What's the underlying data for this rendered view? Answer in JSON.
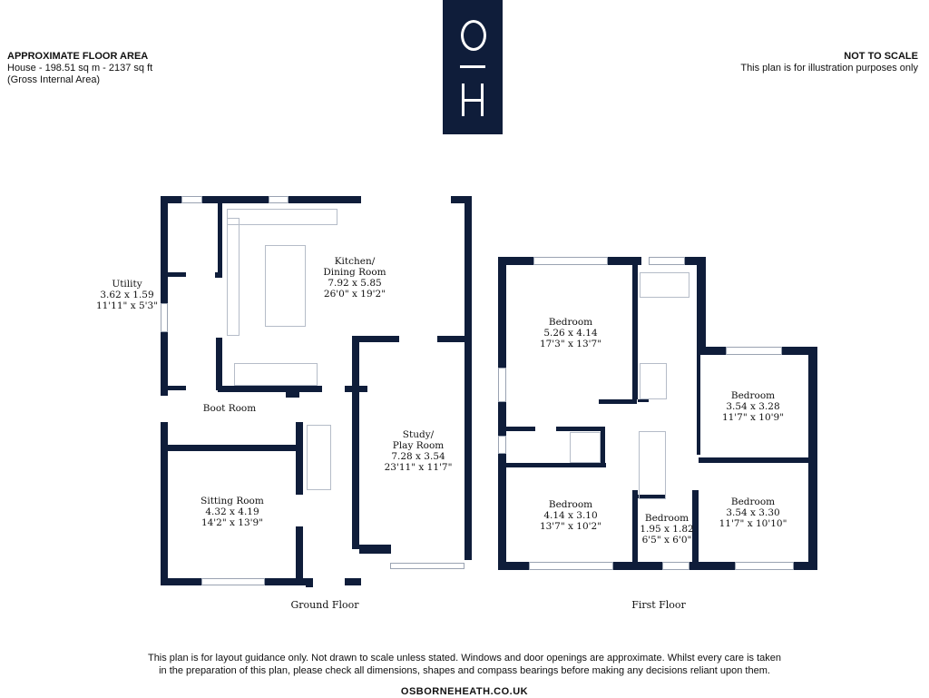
{
  "header": {
    "area_title": "APPROXIMATE FLOOR AREA",
    "area_line": "House - 198.51 sq m - 2137 sq ft",
    "area_note": "(Gross Internal Area)",
    "scale_title": "NOT TO SCALE",
    "scale_note": "This plan is for illustration purposes only"
  },
  "logo": {
    "text": "O|H",
    "color": "#0f1d3a"
  },
  "ground_floor": {
    "label": "Ground Floor",
    "rooms": [
      {
        "name": "Kitchen/",
        "name2": "Dining Room",
        "metric": "7.92 x 5.85",
        "imperial": "26'0\" x 19'2\""
      },
      {
        "name": "Utility",
        "metric": "3.62 x 1.59",
        "imperial": "11'11\" x 5'3\""
      },
      {
        "name": "Boot Room"
      },
      {
        "name": "Study/",
        "name2": "Play Room",
        "metric": "7.28 x 3.54",
        "imperial": "23'11\" x 11'7\""
      },
      {
        "name": "Sitting Room",
        "metric": "4.32 x 4.19",
        "imperial": "14'2\" x 13'9\""
      }
    ]
  },
  "first_floor": {
    "label": "First Floor",
    "rooms": [
      {
        "name": "Bedroom",
        "metric": "5.26 x 4.14",
        "imperial": "17'3\" x 13'7\""
      },
      {
        "name": "Bedroom",
        "metric": "3.54 x 3.28",
        "imperial": "11'7\" x 10'9\""
      },
      {
        "name": "Bedroom",
        "metric": "4.14 x 3.10",
        "imperial": "13'7\" x 10'2\""
      },
      {
        "name": "Bedroom",
        "metric": "1.95 x 1.82",
        "imperial": "6'5\" x 6'0\""
      },
      {
        "name": "Bedroom",
        "metric": "3.54 x 3.30",
        "imperial": "11'7\" x 10'10\""
      }
    ]
  },
  "footer": {
    "disclaimer1": "This plan is for layout guidance only. Not drawn to scale unless stated. Windows and door openings are approximate. Whilst every care is taken",
    "disclaimer2": "in the preparation of this plan, please check all dimensions, shapes and compass bearings before making any decisions reliant upon them.",
    "website": "OSBORNEHEATH.CO.UK"
  },
  "colors": {
    "wall": "#0f1d3a"
  }
}
